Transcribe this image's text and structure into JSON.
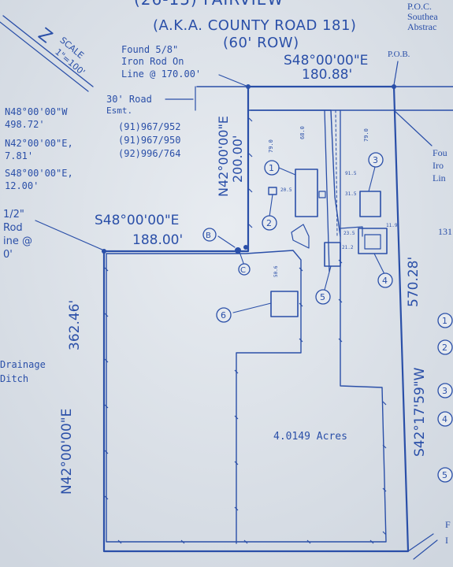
{
  "header": {
    "road_top": "(26-15) FAIRVIEW",
    "aka": "(A.K.A. COUNTY ROAD 181)",
    "row": "(60' ROW)",
    "corner_top": "P.O.C.",
    "corner_mid": "Southea",
    "corner_bot": "Abstrac"
  },
  "scale": {
    "label": "SCALE",
    "value": "1\"=100'"
  },
  "north_arrow": {
    "letter": "Z"
  },
  "found_rod_top": {
    "line1": "Found 5/8\"",
    "line2": "Iron Rod On",
    "line3": "Line @ 170.00'"
  },
  "top_bearing": {
    "bearing": "S48°00'00\"E",
    "distance": "180.88'"
  },
  "pob": "P.O.B.",
  "easement": {
    "line1": "30' Road",
    "line2": "Esmt."
  },
  "left_notes": [
    "N48°00'00\"W",
    "498.72'",
    "N42°00'00\"E,",
    "7.81'",
    "S48°00'00\"E,",
    "12.00'"
  ],
  "phones": [
    "(91)967/952",
    "(91)967/950",
    "(92)996/764"
  ],
  "vertical_bearing": "N42°00'00\"E",
  "vertical_distance": "200.00'",
  "mid_bearing": {
    "bearing": "S48°00'00\"E",
    "distance": "188.00'"
  },
  "left_rod": {
    "line1": "1/2\"",
    "line2": "Rod",
    "line3": "ine @",
    "line4": "0'"
  },
  "left_side": {
    "distance": "362.46'",
    "bearing": "N42°00'00\"E"
  },
  "right_side": {
    "distance": "570.28'",
    "bearing": "S42°17'59\"W"
  },
  "drainage": {
    "line1": "Drainage",
    "line2": "Ditch"
  },
  "right_found": {
    "line1": "Fou",
    "line2": "Iro",
    "line3": "Lin"
  },
  "right_number": "131",
  "acreage": "4.0149 Acres",
  "point_labels": {
    "b": "B",
    "c": "C"
  },
  "dims": [
    "79.0",
    "68.0",
    "79.0",
    "91.5",
    "31.5",
    "20.5",
    "21.2",
    "23.5",
    "50.6",
    "11.9"
  ],
  "callouts": [
    "1",
    "2",
    "3",
    "4",
    "5",
    "6"
  ],
  "legend_numbers": [
    "1",
    "2",
    "3",
    "4",
    "5"
  ],
  "bottom_right": {
    "line1": "F",
    "line2": "I"
  },
  "colors": {
    "ink": "#2a4fa8",
    "paper": "#dfe4ea"
  }
}
